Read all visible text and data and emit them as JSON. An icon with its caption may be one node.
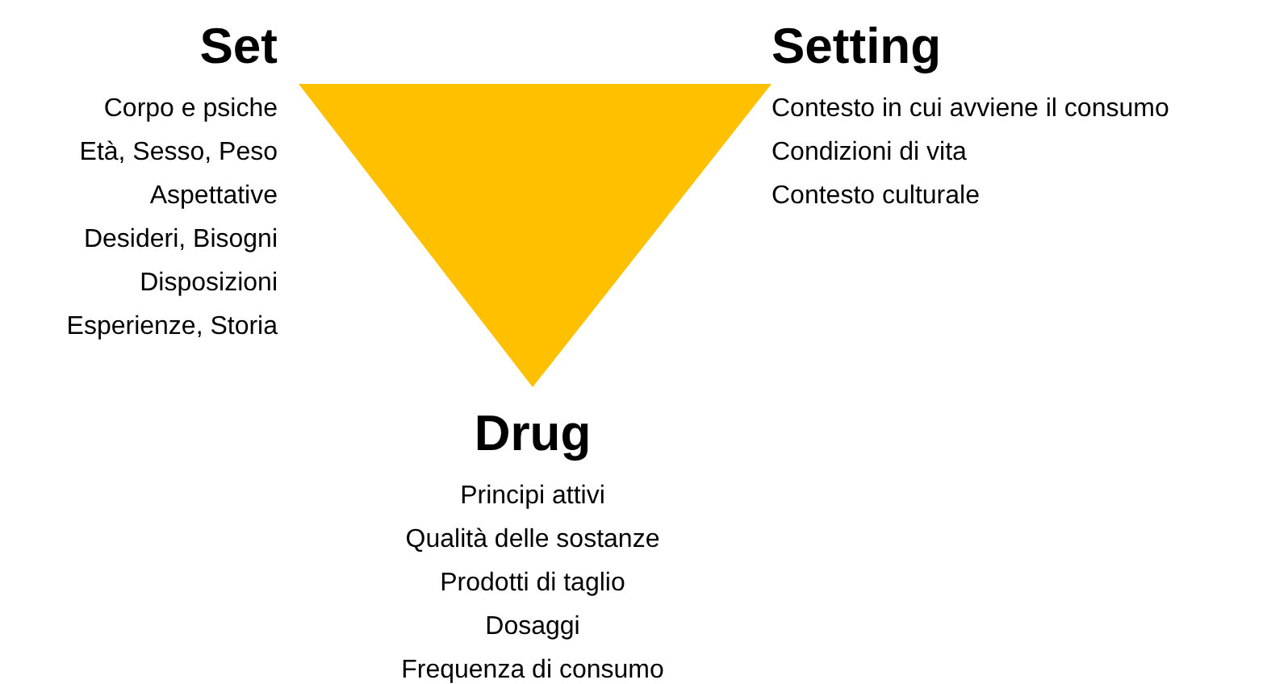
{
  "diagram": {
    "nodes": [
      {
        "text": [
          "Set",
          "Corpo e psiche",
          "Età, Sesso, Peso",
          "Aspettative",
          "Desideri, Bisogni",
          "Disposizioni",
          "Esperienze, Storia"
        ]
      },
      {
        "text": [
          "Setting",
          "Contesto in cui avviene il consumo",
          "Condizioni di vita",
          "Contesto culturale"
        ]
      },
      {
        "text": [
          "Drug",
          "Principi attivi",
          "Qualità delle sostanze",
          "Prodotti di taglio",
          "Dosaggi",
          "Frequenza di consumo"
        ]
      },
      {
        "text": [],
        "shape": "triangle"
      }
    ]
  }
}
